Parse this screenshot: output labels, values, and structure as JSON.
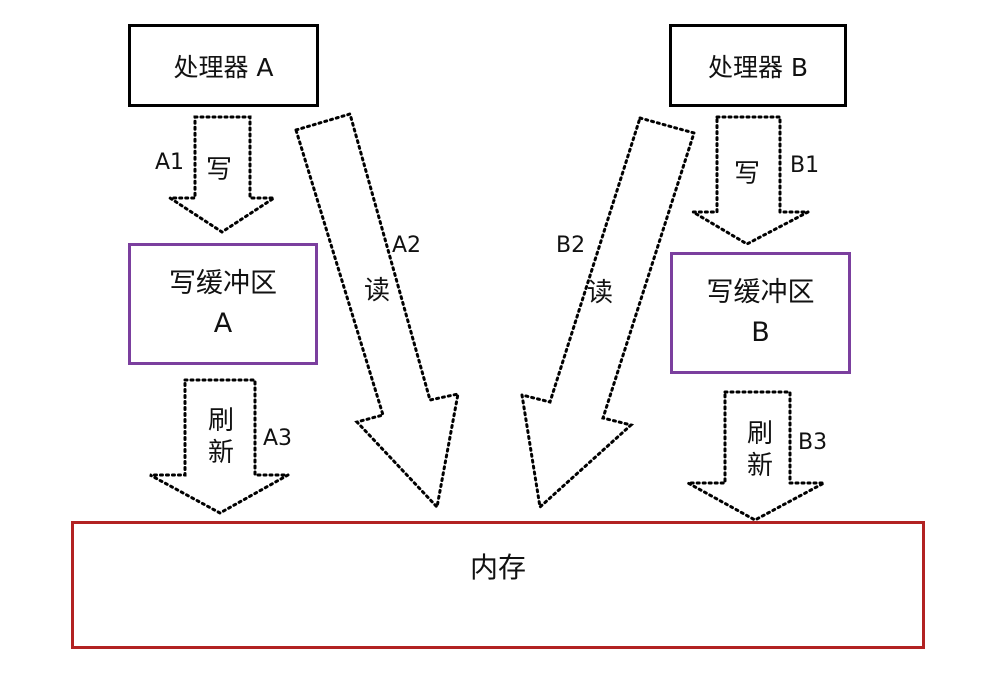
{
  "processor_a": "处理器 A",
  "processor_b": "处理器 B",
  "buffer_a": {
    "line1": "写缓冲区",
    "line2": "A"
  },
  "buffer_b": {
    "line1": "写缓冲区",
    "line2": "B"
  },
  "memory": "内存",
  "arrows": {
    "a1": {
      "id": "A1",
      "action": "写"
    },
    "a2": {
      "id": "A2",
      "action": "读"
    },
    "a3": {
      "id": "A3",
      "action_line1": "刷",
      "action_line2": "新"
    },
    "b1": {
      "id": "B1",
      "action": "写"
    },
    "b2": {
      "id": "B2",
      "action": "读"
    },
    "b3": {
      "id": "B3",
      "action_line1": "刷",
      "action_line2": "新"
    }
  },
  "colors": {
    "processor_border": "#000000",
    "buffer_border": "#7b3f9e",
    "memory_border": "#b22222",
    "arrow_outline": "#000000"
  }
}
